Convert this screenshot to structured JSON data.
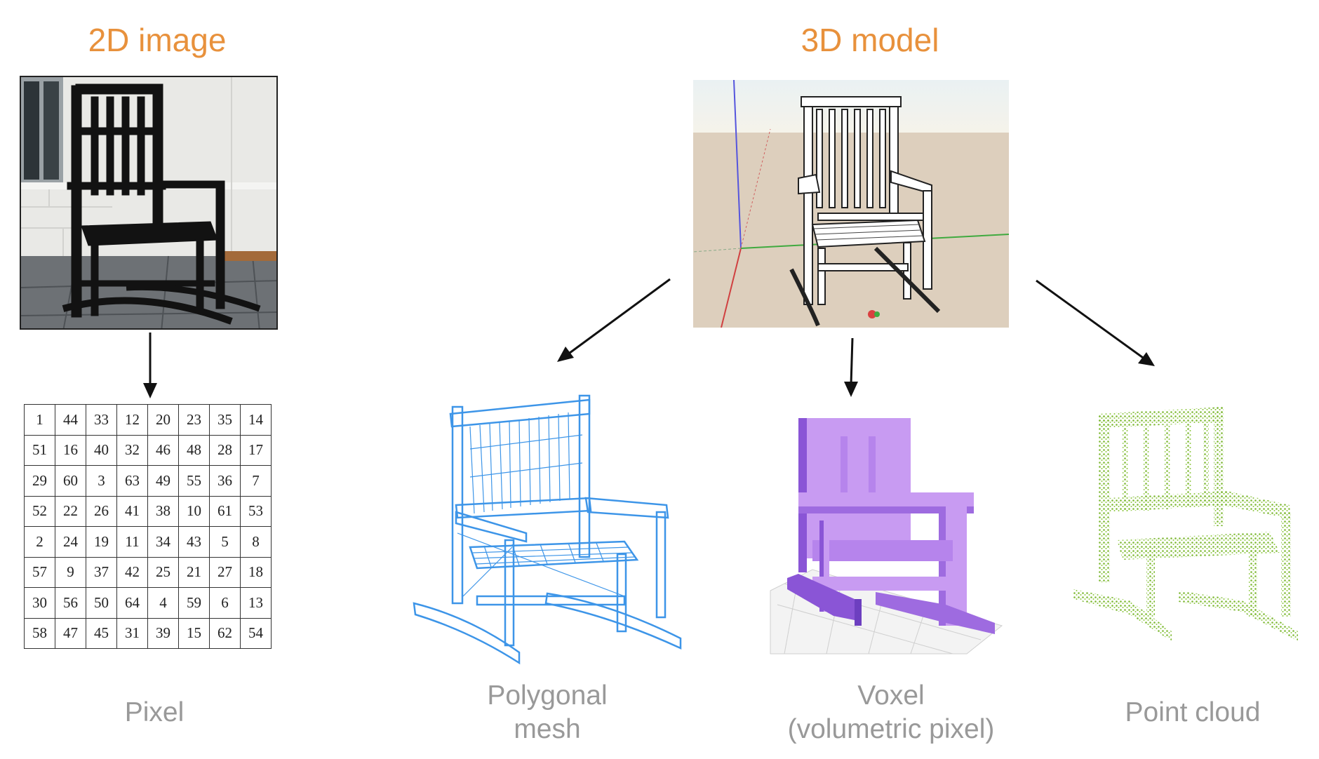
{
  "headings": {
    "image_2d": "2D image",
    "model_3d": "3D model"
  },
  "captions": {
    "pixel": "Pixel",
    "mesh_line1": "Polygonal",
    "mesh_line2": "mesh",
    "voxel_line1": "Voxel",
    "voxel_line2": "(volumetric pixel)",
    "point_cloud": "Point cloud"
  },
  "pixel_grid": {
    "rows": [
      [
        1,
        44,
        33,
        12,
        20,
        23,
        35,
        14
      ],
      [
        51,
        16,
        40,
        32,
        46,
        48,
        28,
        17
      ],
      [
        29,
        60,
        3,
        63,
        49,
        55,
        36,
        7
      ],
      [
        52,
        22,
        26,
        41,
        38,
        10,
        61,
        53
      ],
      [
        2,
        24,
        19,
        11,
        34,
        43,
        5,
        8
      ],
      [
        57,
        9,
        37,
        42,
        25,
        21,
        27,
        18
      ],
      [
        30,
        56,
        50,
        64,
        4,
        59,
        6,
        13
      ],
      [
        58,
        47,
        45,
        31,
        39,
        15,
        62,
        54
      ]
    ]
  },
  "colors": {
    "heading": "#E8913C",
    "caption": "#999999",
    "mesh": "#3D95E8",
    "voxel_light": "#C89BF2",
    "voxel_dark": "#8A55D6",
    "point_cloud": "#7DB832",
    "arrow": "#111111"
  }
}
